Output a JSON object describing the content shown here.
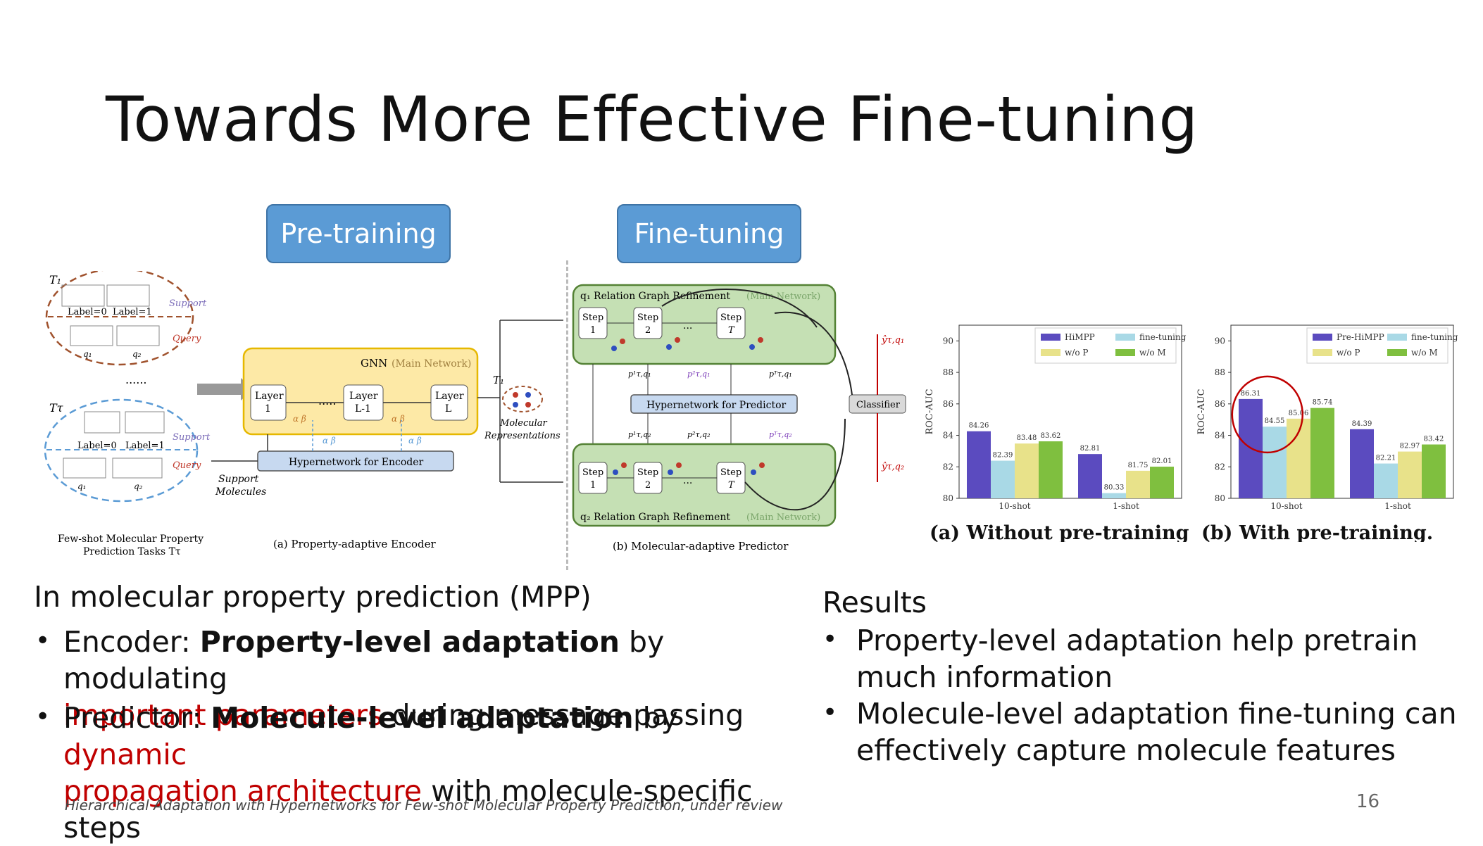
{
  "slide": {
    "title": "Towards More Effective Fine-tuning",
    "page_number": "16",
    "citation": "Hierarchical Adaptation with Hypernetworks for Few-shot Molecular Property Prediction, under review"
  },
  "tags": {
    "pretraining": "Pre-training",
    "finetuning": "Fine-tuning"
  },
  "figure": {
    "left_top": {
      "t1": "T₁",
      "label0": "Label=0",
      "label1": "Label=1",
      "support": "Support",
      "query": "Query",
      "q1": "q₁",
      "q2": "q₂",
      "dots": "......",
      "tt": "Tτ",
      "support2": "Support",
      "query2": "Query",
      "label0b": "Label=0",
      "label1b": "Label=1",
      "q1b": "q₁",
      "q2b": "q₂",
      "tasks_caption_1": "Few-shot Molecular Property",
      "tasks_caption_2": "Prediction Tasks Tτ"
    },
    "encoder": {
      "gnn": "GNN",
      "main_network": "(Main Network)",
      "layer1": "Layer",
      "layer1n": "1",
      "layerL1": "Layer",
      "layerL1n": "L-1",
      "layerL": "Layer",
      "layerLn": "L",
      "dots": ".....",
      "hyper": "Hypernetwork for Encoder",
      "support_mol_1": "Support",
      "support_mol_2": "Molecules",
      "caption": "(a) Property-adaptive Encoder"
    },
    "middle": {
      "t1": "T₁",
      "mol_rep_1": "Molecular",
      "mol_rep_2": "Representations"
    },
    "predictor": {
      "q1_title": "q₁ Relation Graph Refinement",
      "q2_title": "q₂ Relation Graph Refinement",
      "main_network": "(Main Network)",
      "step": "Step",
      "s1": "1",
      "s2": "2",
      "sT": "T",
      "dots": "...",
      "hyper": "Hypernetwork for Predictor",
      "classifier": "Classifier",
      "caption": "(b) Molecular-adaptive Predictor",
      "p1": "p¹τ,q₁",
      "p2": "p²τ,q₁",
      "pT": "pᵀτ,q₁",
      "p1b": "p¹τ,q₂",
      "p2b": "p²τ,q₂",
      "pTb": "pᵀτ,q₂",
      "y1": "ŷτ,q₁",
      "y2": "ŷτ,q₂"
    }
  },
  "chart_data": [
    {
      "type": "bar",
      "title": "(a) Without pre-training.",
      "ylabel": "ROC-AUC",
      "ylim": [
        80,
        91
      ],
      "yticks": [
        80,
        82,
        84,
        86,
        88,
        90
      ],
      "categories": [
        "10-shot",
        "1-shot"
      ],
      "series": [
        {
          "name": "HiMPP",
          "color": "#5b4bbf",
          "values": [
            84.26,
            82.81
          ]
        },
        {
          "name": "fine-tuning",
          "color": "#a9d9e6",
          "values": [
            82.39,
            80.33
          ]
        },
        {
          "name": "w/o P",
          "color": "#e8e28a",
          "values": [
            83.48,
            81.75
          ]
        },
        {
          "name": "w/o M",
          "color": "#7fbf3f",
          "values": [
            83.62,
            82.01
          ]
        }
      ]
    },
    {
      "type": "bar",
      "title": "(b) With pre-training.",
      "ylabel": "ROC-AUC",
      "ylim": [
        80,
        91
      ],
      "yticks": [
        80,
        82,
        84,
        86,
        88,
        90
      ],
      "categories": [
        "10-shot",
        "1-shot"
      ],
      "series": [
        {
          "name": "Pre-HiMPP",
          "color": "#5b4bbf",
          "values": [
            86.31,
            84.39
          ]
        },
        {
          "name": "fine-tuning",
          "color": "#a9d9e6",
          "values": [
            84.55,
            82.21
          ]
        },
        {
          "name": "w/o P",
          "color": "#e8e28a",
          "values": [
            85.06,
            82.97
          ]
        },
        {
          "name": "w/o M",
          "color": "#7fbf3f",
          "values": [
            85.74,
            83.42
          ]
        }
      ]
    }
  ],
  "left_text": {
    "heading": "In molecular property prediction (MPP)",
    "b1_pre": "Encoder: ",
    "b1_bold": "Property-level adaptation",
    "b1_mid": " by modulating",
    "b1_red": "important parameters",
    "b1_post": " during message passing",
    "b2_pre": "Predictor: ",
    "b2_bold": "Molecule-level adaptation",
    "b2_mid": " by ",
    "b2_red1": "dynamic",
    "b2_red2": "propagation architecture",
    "b2_post": " with molecule-specific steps"
  },
  "right_text": {
    "heading": "Results",
    "b1_l1": "Property-level adaptation help pretrain",
    "b1_l2": "much information",
    "b2_l1": "Molecule-level adaptation fine-tuning can",
    "b2_l2": "effectively capture molecule features"
  },
  "bullet_char": "•"
}
